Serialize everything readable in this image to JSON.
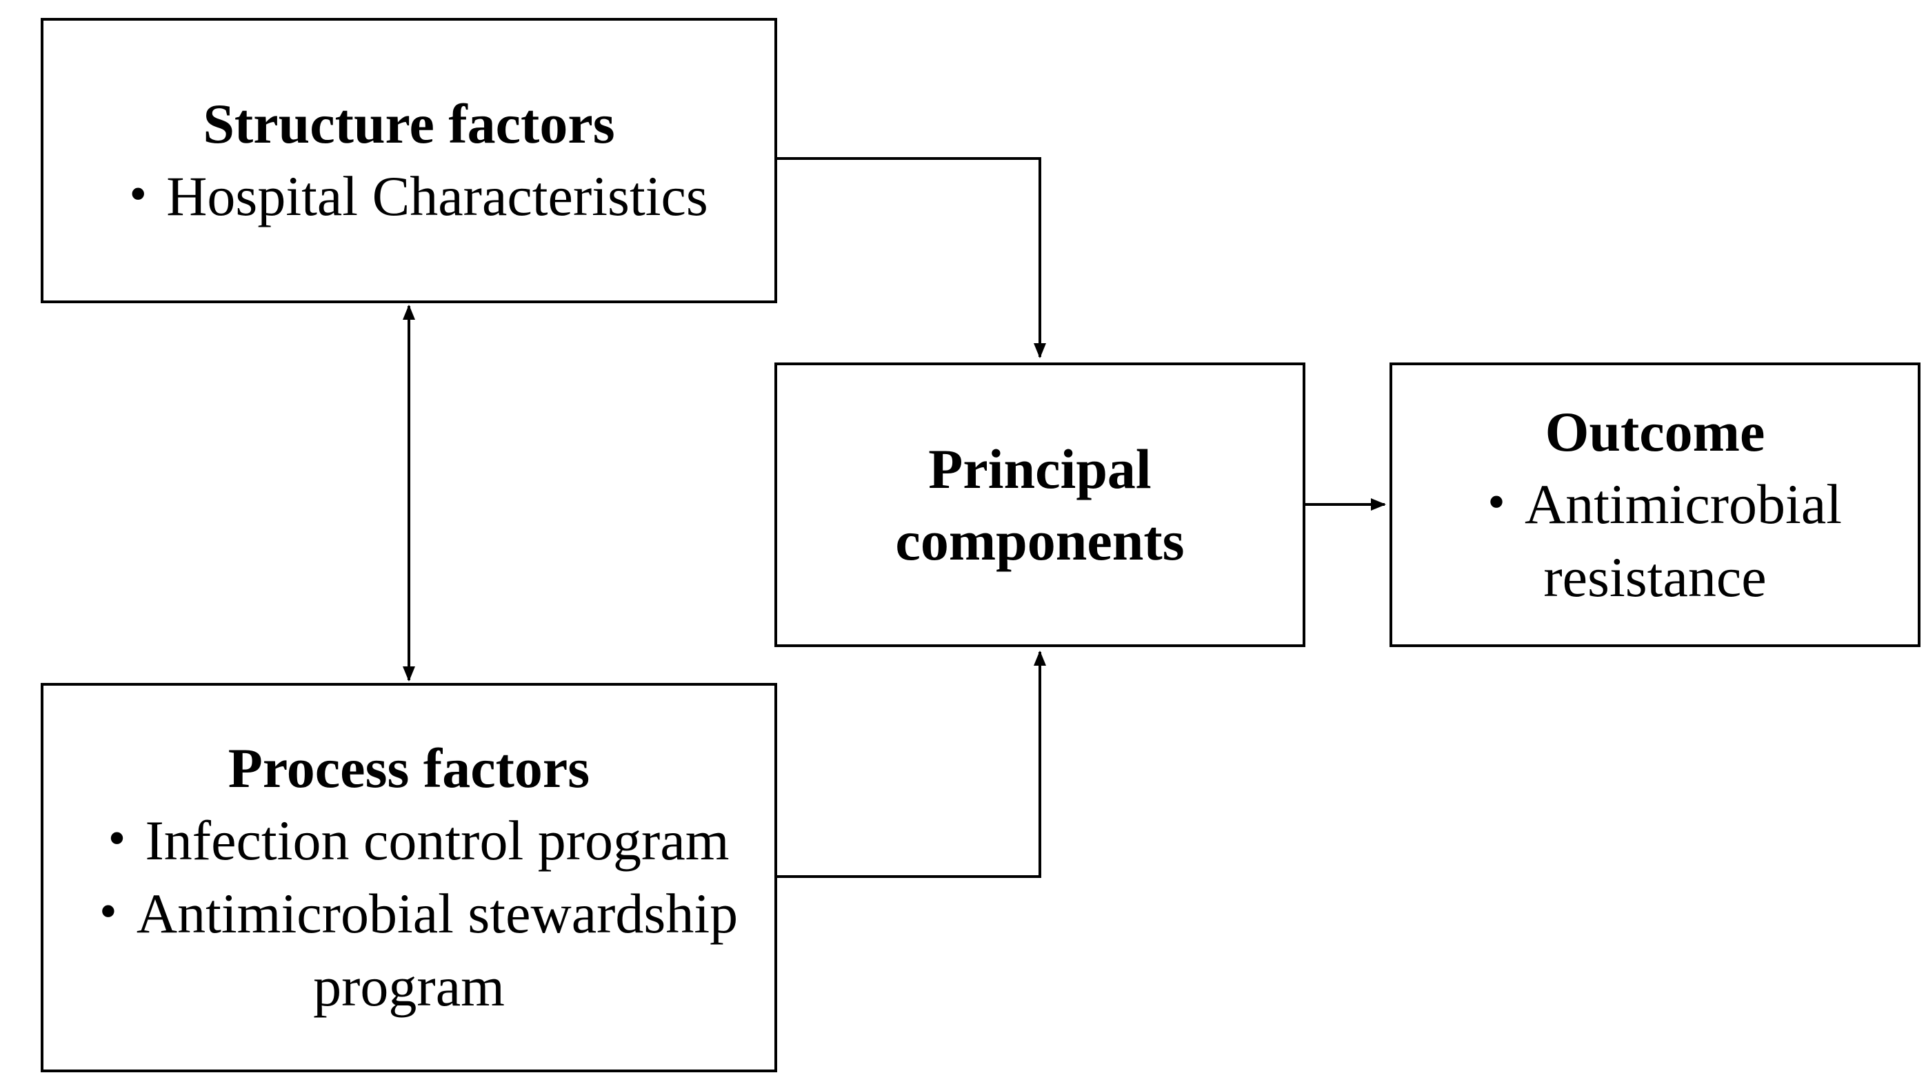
{
  "diagram": {
    "structure": {
      "title": "Structure factors",
      "items": [
        "Hospital Characteristics"
      ]
    },
    "process": {
      "title": "Process factors",
      "items": [
        "Infection control program",
        "Antimicrobial stewardship",
        "program"
      ]
    },
    "principal": {
      "title_line1": "Principal",
      "title_line2": "components"
    },
    "outcome": {
      "title": "Outcome",
      "items": [
        "Antimicrobial",
        "resistance"
      ]
    },
    "bullet": "・",
    "colors": {
      "line": "#000000",
      "background": "#ffffff"
    }
  }
}
